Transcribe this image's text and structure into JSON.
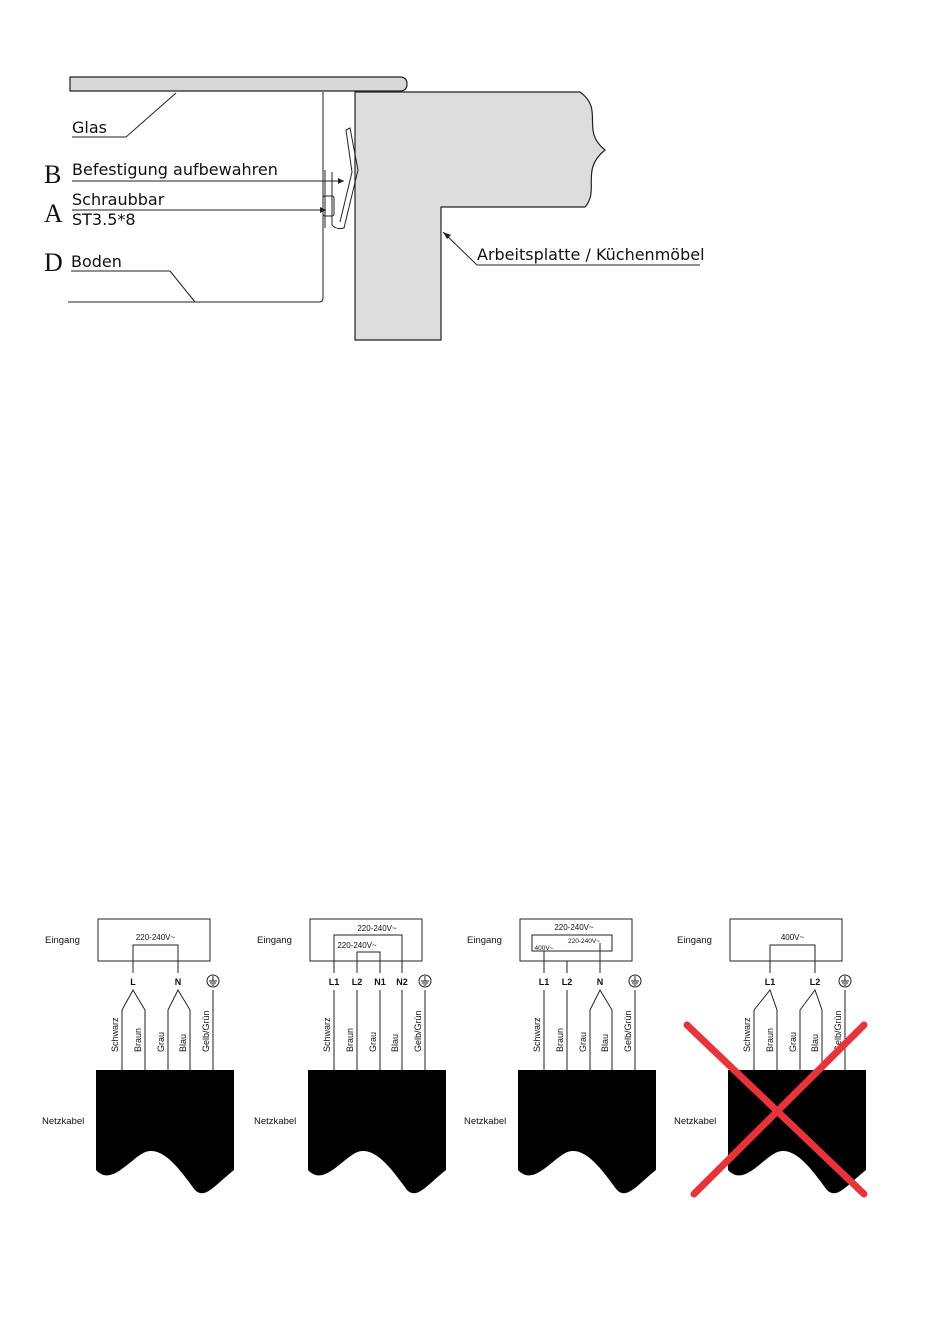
{
  "installation": {
    "glass": "Glas",
    "letter_b": "B",
    "fixing": "Befestigung aufbewahren",
    "letter_a": "A",
    "screwable": "Schraubbar",
    "screw_spec": "ST3.5*8",
    "letter_d": "D",
    "floor": "Boden",
    "worktop": "Arbeitsplatte / Küchenmöbel"
  },
  "wiring": [
    {
      "input": "Eingang",
      "voltage": "220-240V~",
      "terminals": [
        "L",
        "N"
      ],
      "wires": [
        "Schwarz",
        "Braun",
        "Grau",
        "Blau",
        "Gelb/Grün"
      ],
      "cable": "Netzkabel",
      "crossed": false
    },
    {
      "input": "Eingang",
      "voltage_outer": "220-240V~",
      "voltage_inner": "220-240V~",
      "terminals": [
        "L1",
        "L2",
        "N1",
        "N2"
      ],
      "wires": [
        "Schwarz",
        "Braun",
        "Grau",
        "Blau",
        "Gelb/Grün"
      ],
      "cable": "Netzkabel",
      "crossed": false
    },
    {
      "input": "Eingang",
      "voltage_outer": "220-240V~",
      "voltage_left": "400V~",
      "voltage_right": "220-240V~",
      "terminals": [
        "L1",
        "L2",
        "N"
      ],
      "wires": [
        "Schwarz",
        "Braun",
        "Grau",
        "Blau",
        "Gelb/Grün"
      ],
      "cable": "Netzkabel",
      "crossed": false
    },
    {
      "input": "Eingang",
      "voltage": "400V~",
      "terminals": [
        "L1",
        "L2"
      ],
      "wires": [
        "Schwarz",
        "Braun",
        "Grau",
        "Blau",
        "Gelb/Grün"
      ],
      "cable": "Netzkabel",
      "crossed": true
    }
  ],
  "colors": {
    "cross": "#e8333a",
    "worktop_fill": "#dddddd",
    "glass_fill": "#d8d8d8"
  }
}
